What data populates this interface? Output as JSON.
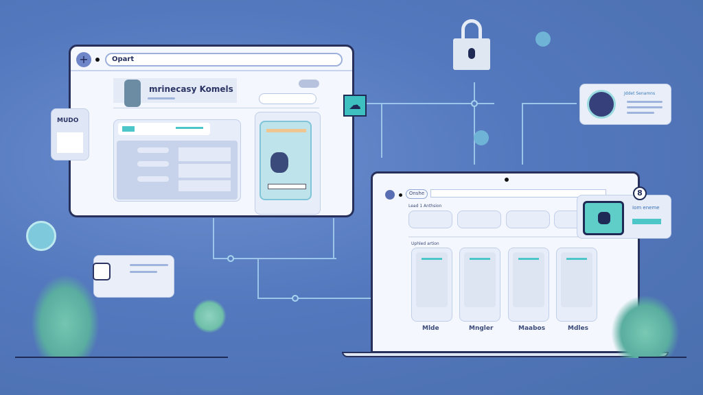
{
  "browser": {
    "address": "Opart",
    "heading": "mrinecasy Komels"
  },
  "side_tag": {
    "label": "MUDO"
  },
  "laptop": {
    "address": "Onshe",
    "section1": "Lead 1 Anthsion",
    "section2": "Uphled artion",
    "cards": [
      {
        "label": "Mlde"
      },
      {
        "label": "Mngler"
      },
      {
        "label": "Maabos"
      },
      {
        "label": "Mdles"
      }
    ]
  },
  "popup": {
    "badge": "8",
    "title": "Iom eneme"
  },
  "profile_card": {
    "title": "Jddet Senamns"
  },
  "colors": {
    "accent": "#4cc6c8",
    "frame": "#26305a",
    "background": "#5478bd"
  }
}
